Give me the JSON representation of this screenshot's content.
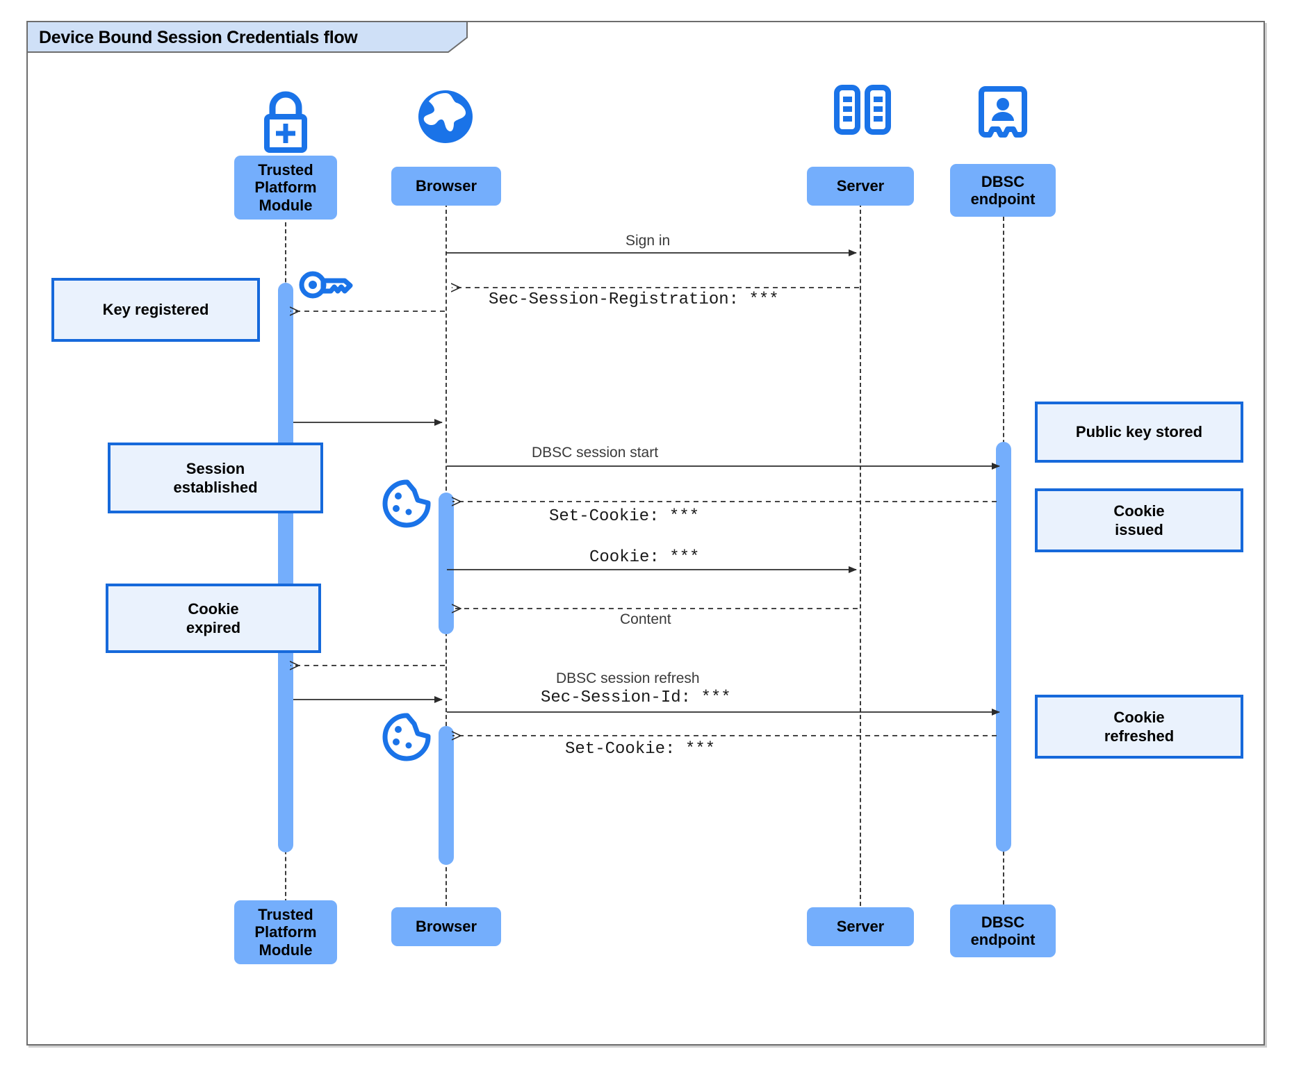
{
  "diagram": {
    "title": "Device Bound Session Credentials flow",
    "type": "sequence-diagram",
    "colors": {
      "participant_fill": "#74aefc",
      "activation_fill": "#74aefc",
      "note_fill": "#eaf2fd",
      "note_border": "#1669db",
      "icon_blue": "#1a73e8",
      "frame_border": "#6d6d6d",
      "frame_tab_fill": "#cfe0f7",
      "line": "#3a3a3a"
    }
  },
  "participants": [
    {
      "id": "tpm",
      "label": "Trusted\nPlatform\nModule",
      "icon": "lock-plus-icon"
    },
    {
      "id": "browser",
      "label": "Browser",
      "icon": "globe-icon"
    },
    {
      "id": "server",
      "label": "Server",
      "icon": "server-rack-icon"
    },
    {
      "id": "dbsc",
      "label": "DBSC\nendpoint",
      "icon": "id-card-icon"
    }
  ],
  "participants_bottom": [
    {
      "id": "tpm",
      "label": "Trusted\nPlatform\nModule"
    },
    {
      "id": "browser",
      "label": "Browser"
    },
    {
      "id": "server",
      "label": "Server"
    },
    {
      "id": "dbsc",
      "label": "DBSC\nendpoint"
    }
  ],
  "messages": [
    {
      "id": "m1",
      "text": "Sign in",
      "from": "browser",
      "to": "server",
      "style": "solid",
      "font": "sans"
    },
    {
      "id": "m2",
      "text": "Sec-Session-Registration: ***",
      "from": "server",
      "to": "browser",
      "style": "dashed",
      "font": "mono"
    },
    {
      "id": "m3",
      "text": "",
      "from": "browser",
      "to": "tpm",
      "style": "dashed",
      "font": "sans"
    },
    {
      "id": "m4",
      "text": "",
      "from": "tpm",
      "to": "browser",
      "style": "solid",
      "font": "sans"
    },
    {
      "id": "m5",
      "text": "DBSC session start",
      "from": "browser",
      "to": "dbsc",
      "style": "solid",
      "font": "sans"
    },
    {
      "id": "m6",
      "text": "Set-Cookie: ***",
      "from": "dbsc",
      "to": "browser",
      "style": "dashed",
      "font": "mono"
    },
    {
      "id": "m7",
      "text": "Cookie: ***",
      "from": "browser",
      "to": "server",
      "style": "solid",
      "font": "mono"
    },
    {
      "id": "m8",
      "text": "Content",
      "from": "server",
      "to": "browser",
      "style": "dashed",
      "font": "sans"
    },
    {
      "id": "m9",
      "text": "",
      "from": "browser",
      "to": "tpm",
      "style": "dashed",
      "font": "sans"
    },
    {
      "id": "m10",
      "text": "DBSC session refresh",
      "from": "tpm",
      "to": "browser",
      "style": "solid",
      "font": "sans"
    },
    {
      "id": "m11",
      "text": "Sec-Session-Id: ***",
      "from": "browser",
      "to": "dbsc",
      "style": "solid",
      "font": "mono"
    },
    {
      "id": "m12",
      "text": "Set-Cookie: ***",
      "from": "dbsc",
      "to": "browser",
      "style": "dashed",
      "font": "mono"
    }
  ],
  "notes": [
    {
      "id": "n1",
      "text": "Key registered",
      "side": "left",
      "attached_to": "tpm"
    },
    {
      "id": "n2",
      "text": "Session\nestablished",
      "side": "left",
      "attached_to": "tpm"
    },
    {
      "id": "n3",
      "text": "Cookie\nexpired",
      "side": "left",
      "attached_to": "tpm"
    },
    {
      "id": "n4",
      "text": "Public key stored",
      "side": "right",
      "attached_to": "dbsc"
    },
    {
      "id": "n5",
      "text": "Cookie\nissued",
      "side": "right",
      "attached_to": "dbsc"
    },
    {
      "id": "n6",
      "text": "Cookie\nrefreshed",
      "side": "right",
      "attached_to": "dbsc"
    }
  ],
  "decorations": [
    {
      "id": "d1",
      "icon": "key-icon",
      "near": "tpm"
    },
    {
      "id": "d2",
      "icon": "cookie-icon",
      "near": "browser"
    },
    {
      "id": "d3",
      "icon": "cookie-icon",
      "near": "browser"
    }
  ]
}
